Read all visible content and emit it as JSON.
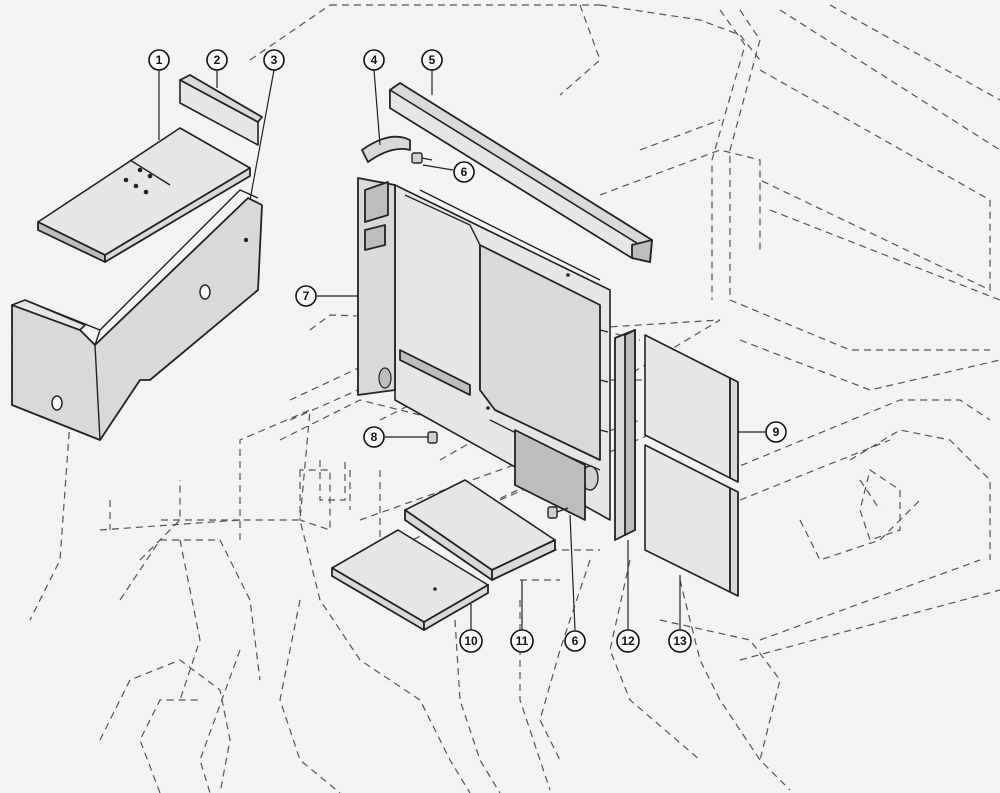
{
  "callouts": [
    {
      "id": "c1",
      "label": "1"
    },
    {
      "id": "c2",
      "label": "2"
    },
    {
      "id": "c3",
      "label": "3"
    },
    {
      "id": "c4",
      "label": "4"
    },
    {
      "id": "c5",
      "label": "5"
    },
    {
      "id": "c6a",
      "label": "6"
    },
    {
      "id": "c7",
      "label": "7"
    },
    {
      "id": "c8",
      "label": "8"
    },
    {
      "id": "c9",
      "label": "9"
    },
    {
      "id": "c10",
      "label": "10"
    },
    {
      "id": "c11",
      "label": "11"
    },
    {
      "id": "c6b",
      "label": "6"
    },
    {
      "id": "c12",
      "label": "12"
    },
    {
      "id": "c13",
      "label": "13"
    }
  ]
}
